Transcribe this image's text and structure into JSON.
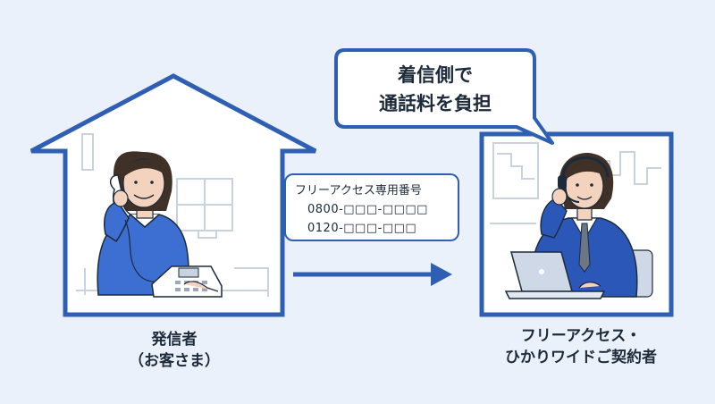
{
  "caller": {
    "label_line1": "発信者",
    "label_line2": "（お客さま）"
  },
  "receiver": {
    "label_line1": "フリーアクセス・",
    "label_line2": "ひかりワイドご契約者"
  },
  "number_box": {
    "title": "フリーアクセス専用番号",
    "number_0800": "0800-□□□-□□□□",
    "number_0120": "0120-□□□-□□□"
  },
  "speech_bubble": {
    "line1": "着信側で",
    "line2": "通話料を負担"
  },
  "colors": {
    "background": "#eaf1fb",
    "frame_blue": "#2f5fb3",
    "arrow_blue": "#2f5fb3",
    "shirt_blue": "#3c6fd1",
    "suit_blue": "#2b57b8",
    "text_dark": "#1c2a3a"
  }
}
